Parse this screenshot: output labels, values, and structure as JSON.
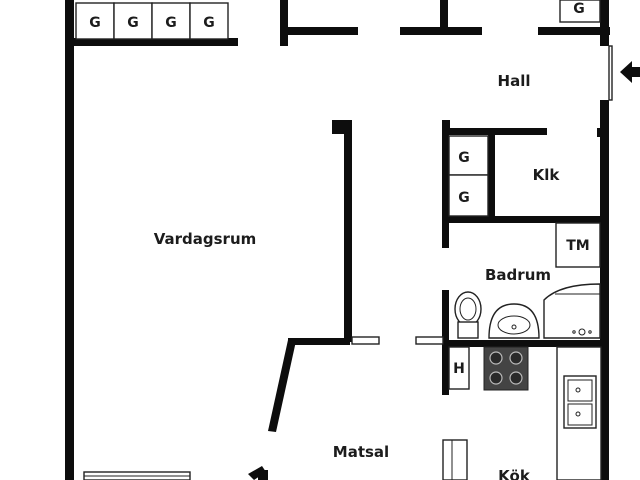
{
  "plan": {
    "rooms": {
      "hall": "Hall",
      "klk": "Klk",
      "vardagsrum": "Vardagsrum",
      "badrum": "Badrum",
      "matsal": "Matsal",
      "kok": "Kök"
    },
    "fixtures": {
      "garderob": "G",
      "tvattmaskin": "TM",
      "hatthylla": "H"
    },
    "entrance_icon": "entrance-arrow-icon",
    "colors": {
      "wall": "#0d0d0d",
      "line": "#222222",
      "stove": "#444444",
      "background": "#ffffff"
    }
  }
}
